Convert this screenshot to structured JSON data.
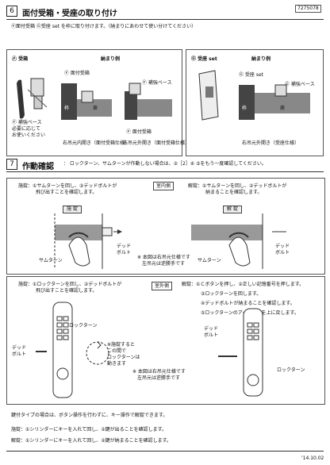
{
  "code": "7275078",
  "date": "'14.10.02",
  "section6": {
    "num": "6",
    "title": "面付受箱・受座の取り付け",
    "subtitle": "Ⓕ面付受箱 Ⓖ受座 set を枠に取り付けます。（納まりにあわせて使い分けてください）",
    "f_label": "Ⓕ 受箱",
    "f_example": "納まり例",
    "g_label": "Ⓖ 受座 set",
    "g_example": "納まり例",
    "f_plate_note": "Ⓕ 補強ベース",
    "f_plate_warn": "必要に応じて\nお使いください",
    "f_box_label": "Ⓕ 面付受箱",
    "f_base_label": "Ⓕ 補強ベース",
    "f_box_label2": "Ⓕ 面付受箱",
    "frame": "枠",
    "door": "扉",
    "caption_right1": "右吊元内開き（面付受箱仕様）",
    "caption_right2": "右吊元外開き（面付受箱仕様）",
    "g_part": "Ⓖ 受座 set",
    "g_base": "Ⓖ 補強ベース",
    "caption_g": "右吊元外開き（受座仕様）"
  },
  "section7": {
    "num": "7",
    "title": "作動確認",
    "subtitle": "： ロックターン、サムターンが作動しない場合は、②［2］④ ⑤をもう一度確認してください。",
    "inside_tag": "室内側",
    "outside_tag": "室外側",
    "lock_label": "施錠",
    "lock_text1": "施錠：①サムターンを回し、②デッドボルトが",
    "lock_text2": "飛び出すことを確認します。",
    "unlock_text1": "解錠：①サムターンを回し、②デッドボルトが",
    "unlock_text2": "納まることを確認します。",
    "chip_lock": "施 錠",
    "chip_unlock": "解 錠",
    "deadbolt": "デッド\nボルト",
    "thumbturn": "サムターン",
    "note_mirror": "※ 本図は右吊元仕様です\n　左吊元は逆勝手です",
    "out_lock1": "施錠：①ロックターンを回し、②デッドボルトが",
    "out_lock2": "飛び出すことを確認します。",
    "out_unlock1": "解錠：①Ｃボタンを押し、②正しい記憶番号を押します。",
    "out_unlock2": "③ロックターンを回します。",
    "out_unlock3": "④デッドボルトが納まることを確認します。",
    "out_unlock4": "⑤ロックターンのアイマークを上に戻します。",
    "locknote": "※施錠すると\nこの間で\nロックターンは\n動きます",
    "lockturn": "ロックターン",
    "deadbolt2": "デッド\nボルト",
    "note_mirror2": "※ 本図は右吊元仕様です\n　左吊元は逆勝手です",
    "key_title": "鍵付タイプの場合は、ボタン操作を行わずに、キー操作で解錠できます。",
    "key_lock": "施錠：①シリンダーにキーを入れて回し、②鍵が出ることを確認します。",
    "key_unlock": "解錠：①シリンダーにキーを入れて回し、②鍵が納まることを確認します。"
  }
}
